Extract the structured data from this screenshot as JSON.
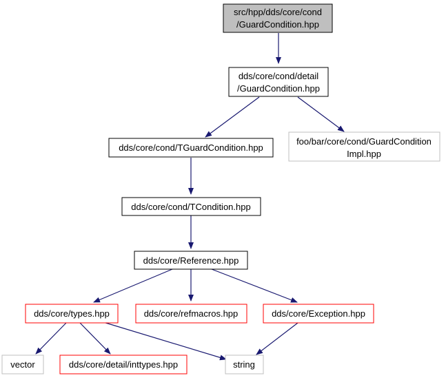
{
  "colors": {
    "root_fill": "#bfbfbf",
    "normal_border": "#000000",
    "missing_border": "#bfbfbf",
    "truncated_border": "#ff0000",
    "edge": "#191970"
  },
  "nodes": {
    "root": {
      "lines": [
        "src/hpp/dds/core/cond",
        "/GuardCondition.hpp"
      ],
      "style": "root"
    },
    "detail_guard": {
      "lines": [
        "dds/core/cond/detail",
        "/GuardCondition.hpp"
      ],
      "style": "normal"
    },
    "tguard": {
      "lines": [
        "dds/core/cond/TGuardCondition.hpp"
      ],
      "style": "normal"
    },
    "foobar": {
      "lines": [
        "foo/bar/core/cond/GuardCondition",
        "Impl.hpp"
      ],
      "style": "missing"
    },
    "tcondition": {
      "lines": [
        "dds/core/cond/TCondition.hpp"
      ],
      "style": "normal"
    },
    "reference": {
      "lines": [
        "dds/core/Reference.hpp"
      ],
      "style": "normal"
    },
    "types": {
      "lines": [
        "dds/core/types.hpp"
      ],
      "style": "truncated"
    },
    "refmacros": {
      "lines": [
        "dds/core/refmacros.hpp"
      ],
      "style": "truncated"
    },
    "exception": {
      "lines": [
        "dds/core/Exception.hpp"
      ],
      "style": "truncated"
    },
    "vector": {
      "lines": [
        "vector"
      ],
      "style": "missing"
    },
    "inttypes": {
      "lines": [
        "dds/core/detail/inttypes.hpp"
      ],
      "style": "truncated"
    },
    "string": {
      "lines": [
        "string"
      ],
      "style": "missing"
    }
  },
  "edges": [
    [
      "root",
      "detail_guard"
    ],
    [
      "detail_guard",
      "tguard"
    ],
    [
      "detail_guard",
      "foobar"
    ],
    [
      "tguard",
      "tcondition"
    ],
    [
      "tcondition",
      "reference"
    ],
    [
      "reference",
      "types"
    ],
    [
      "reference",
      "refmacros"
    ],
    [
      "reference",
      "exception"
    ],
    [
      "types",
      "vector"
    ],
    [
      "types",
      "inttypes"
    ],
    [
      "types",
      "string"
    ],
    [
      "exception",
      "string"
    ]
  ]
}
